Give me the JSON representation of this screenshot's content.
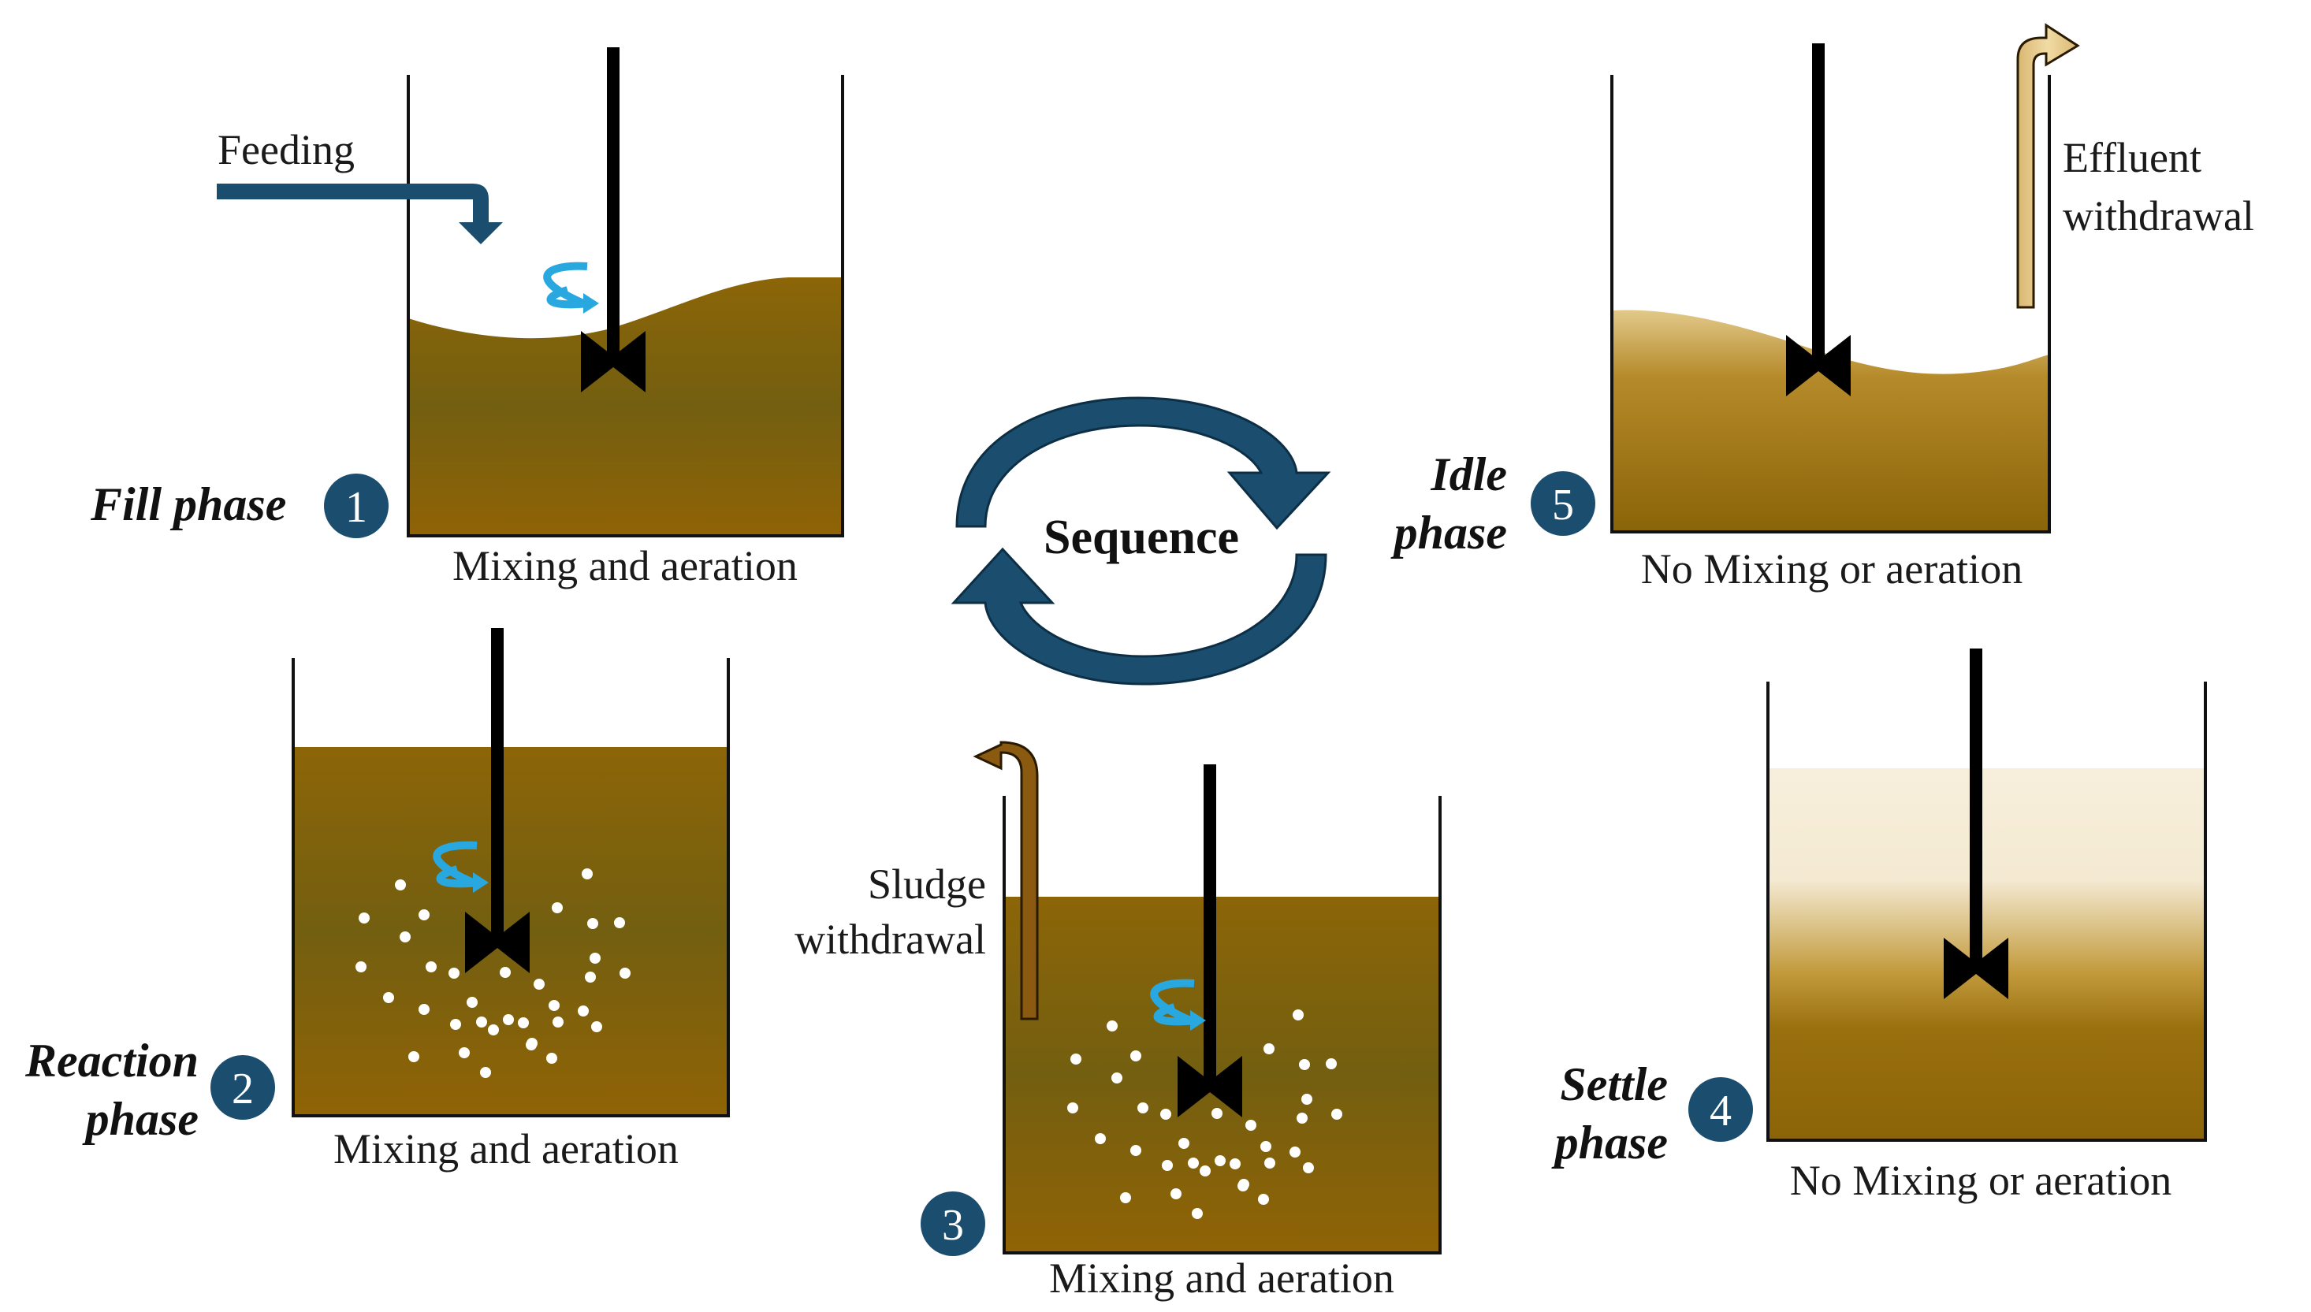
{
  "colors": {
    "liquid": "#8a6408",
    "liquid_dark": "#735f10",
    "tank_wall": "#111111",
    "pipe_blue": "#1b4e6e",
    "rotation_blue": "#29a8e0",
    "badge": "#1b4e6e",
    "sludge_pipe": "#8a5a10",
    "effluent_pipe": "#e9cc8e",
    "clear_water": "#f6eedc"
  },
  "center": {
    "label": "Sequence"
  },
  "phases": [
    {
      "number": "1",
      "name": "Fill phase",
      "caption": "Mixing and aeration",
      "flow_label": "Feeding"
    },
    {
      "number": "2",
      "name_line1": "Reaction",
      "name_line2": "phase",
      "caption": "Mixing and aeration"
    },
    {
      "number": "3",
      "caption": "Mixing and aeration",
      "flow_label_line1": "Sludge",
      "flow_label_line2": "withdrawal"
    },
    {
      "number": "4",
      "name_line1": "Settle",
      "name_line2": "phase",
      "caption": "No Mixing or aeration"
    },
    {
      "number": "5",
      "name_line1": "Idle",
      "name_line2": "phase",
      "caption": "No Mixing or aeration",
      "flow_label_line1": "Effluent",
      "flow_label_line2": "withdrawal"
    }
  ]
}
